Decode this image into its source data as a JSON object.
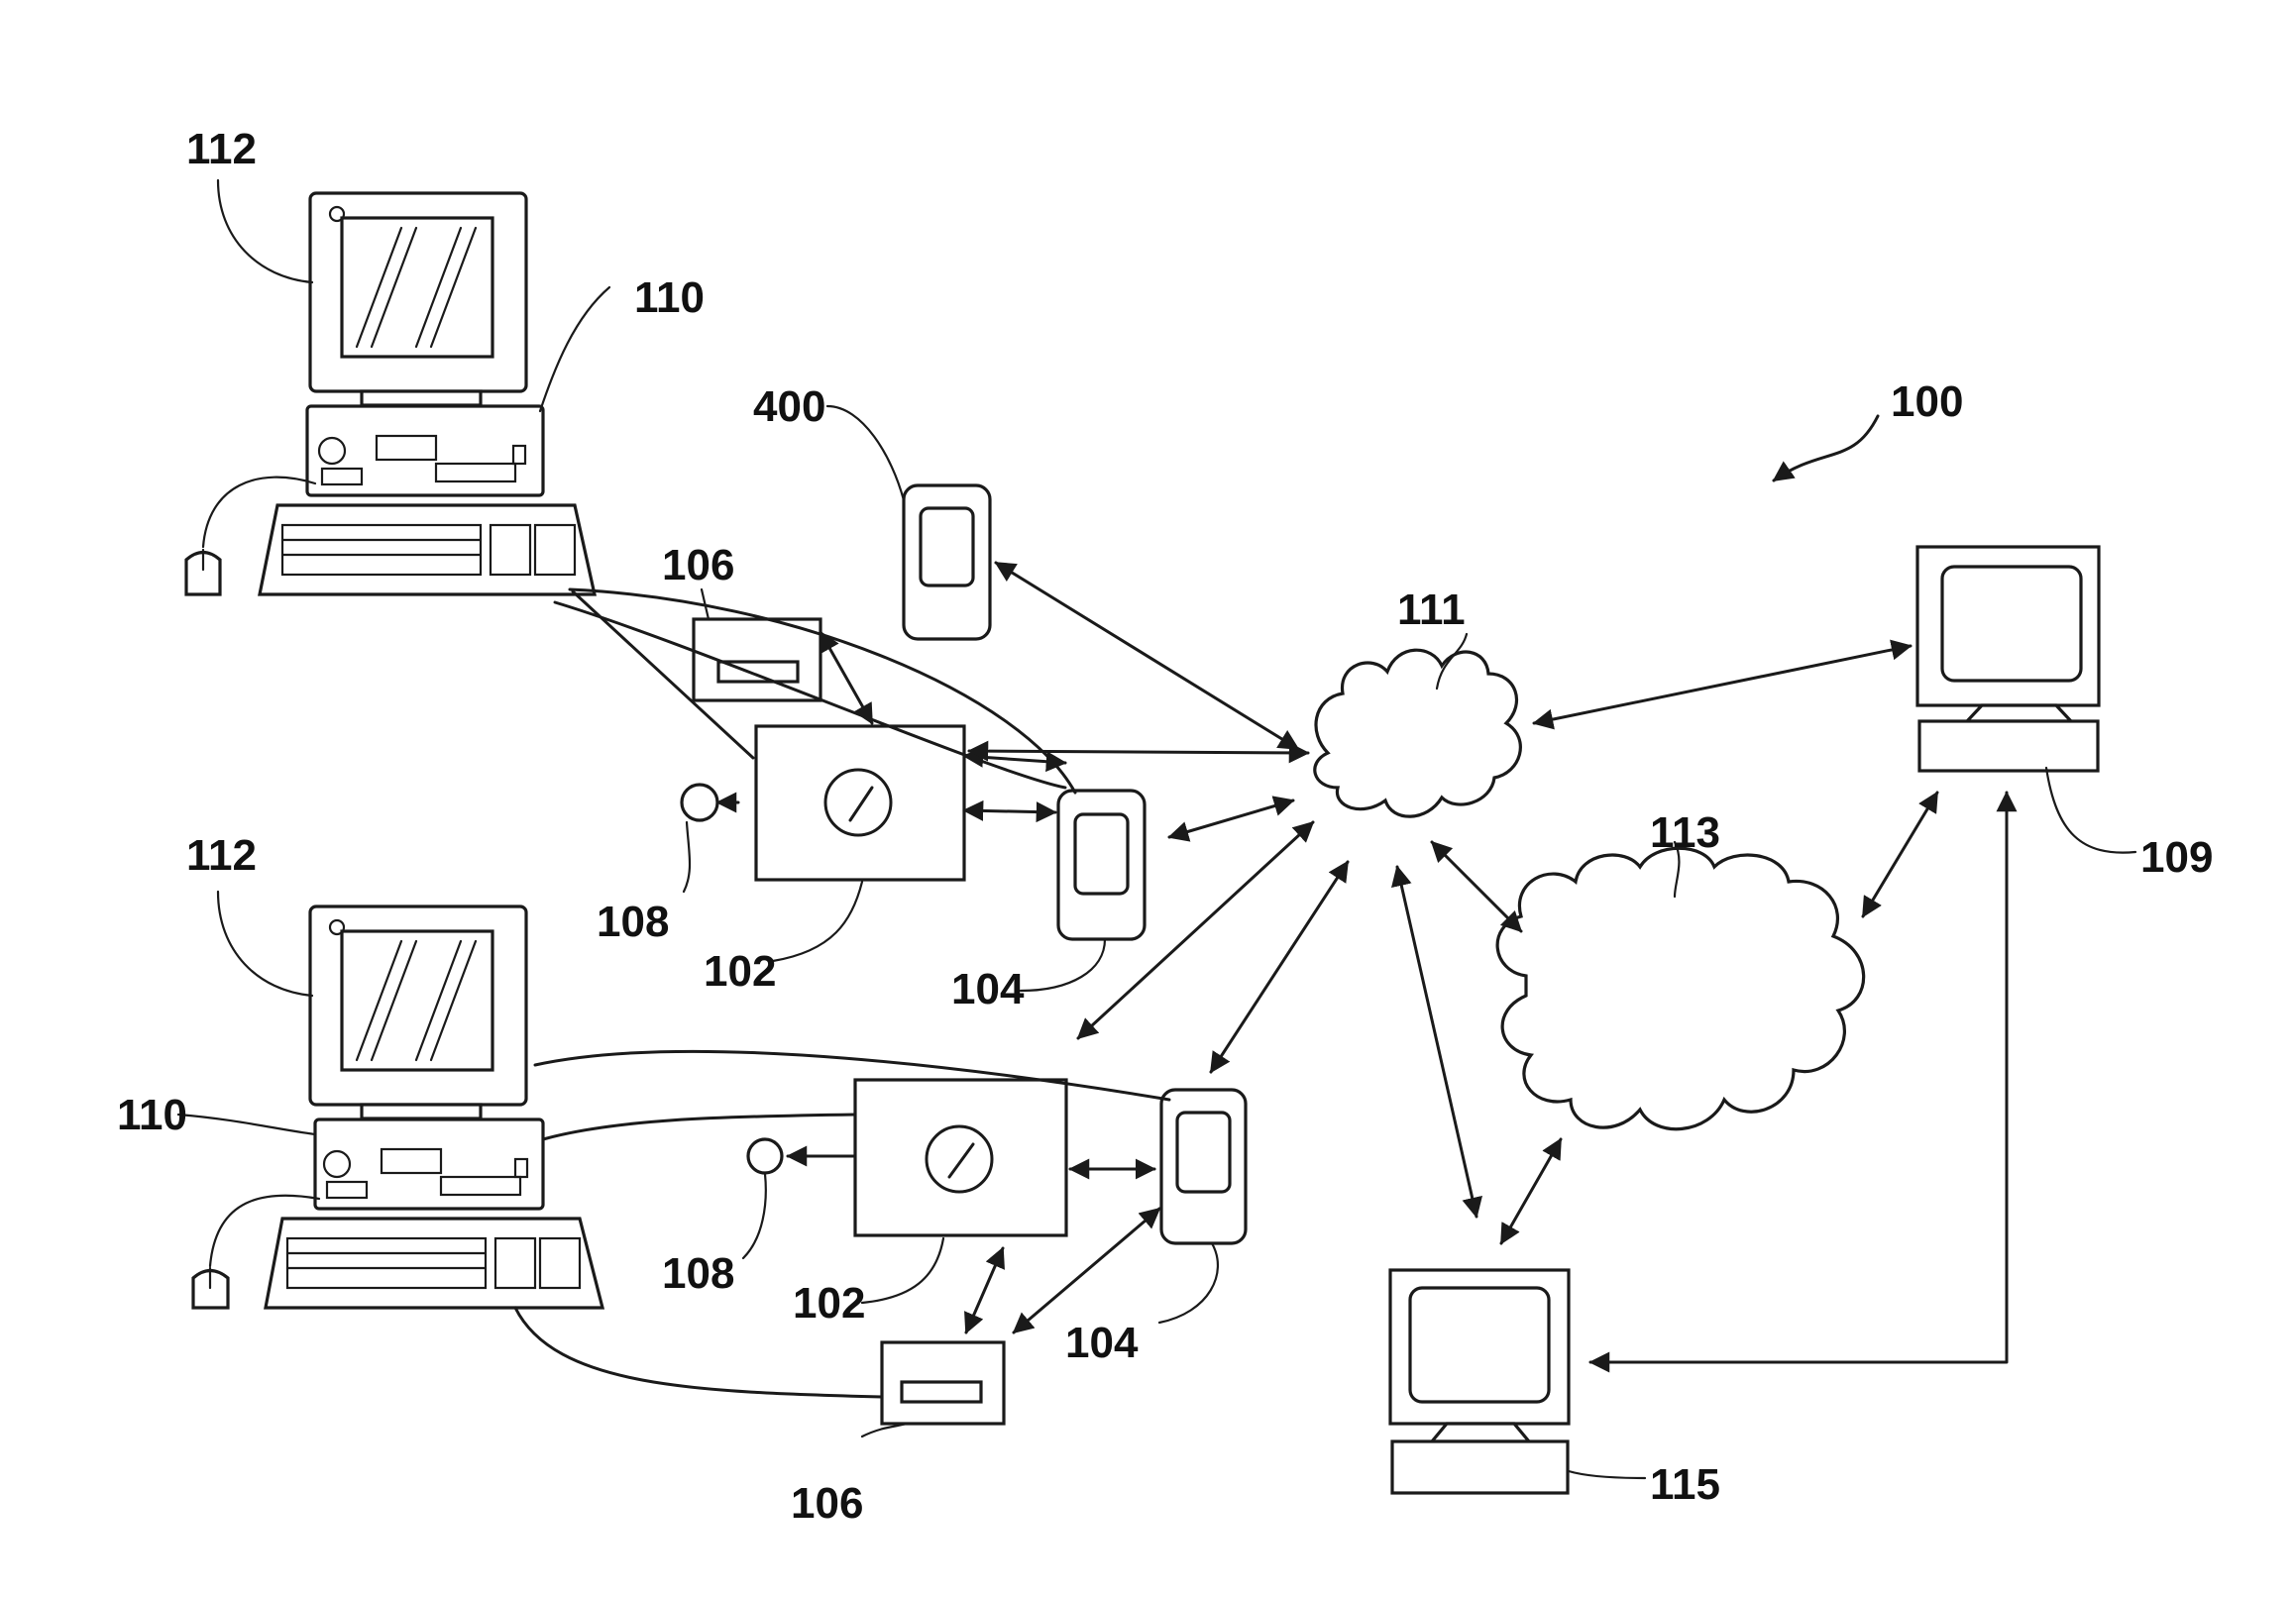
{
  "figure": {
    "labels": {
      "system": "100",
      "device_102_top": "102",
      "device_102_bottom": "102",
      "phone_104_top": "104",
      "phone_104_bottom": "104",
      "unit_106_top": "106",
      "unit_106_bottom": "106",
      "sensor_108_top": "108",
      "sensor_108_bottom": "108",
      "server_109": "109",
      "computer_110_top": "110",
      "computer_110_bottom": "110",
      "network_111": "111",
      "monitor_112_top": "112",
      "monitor_112_bottom": "112",
      "network_113": "113",
      "terminal_115": "115",
      "mobile_400": "400"
    }
  }
}
